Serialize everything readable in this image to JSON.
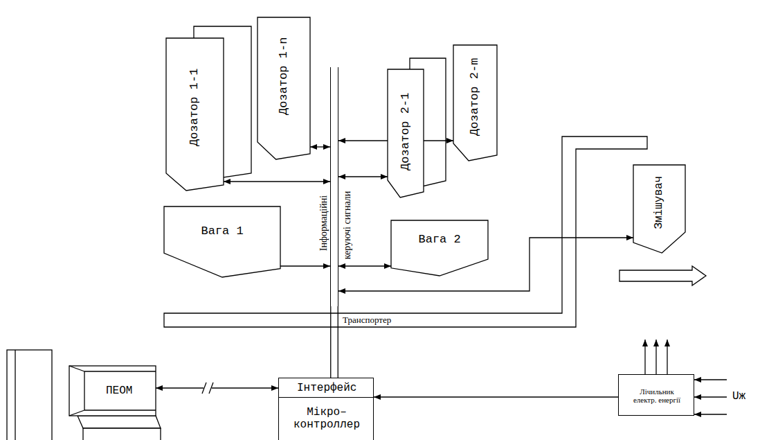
{
  "diagram": {
    "nodes": [
      {
        "text": [
          "Дозатор 1-1"
        ]
      },
      {
        "text": [
          "Дозатор 1-n"
        ]
      },
      {
        "text": [
          "Дозатор 2-1"
        ]
      },
      {
        "text": [
          "Дозатор 2-m"
        ]
      },
      {
        "text": [
          "Інформаційні",
          "керуючі сигнали"
        ]
      },
      {
        "text": [
          "Вага 1"
        ]
      },
      {
        "text": [
          "Вага 2"
        ]
      },
      {
        "text": [
          "Змішувач"
        ]
      },
      {
        "text": [
          "Транспортер"
        ]
      },
      {
        "text": [
          "ПЕОМ"
        ]
      },
      {
        "text": [
          "Інтерфейс",
          "Мікро– контроллер"
        ]
      },
      {
        "text": [
          "Лічильник електр. енергії"
        ]
      }
    ],
    "edges": [
      {
        "from": 0,
        "to": 4,
        "arrow": "both"
      },
      {
        "from": 1,
        "to": 4,
        "arrow": "both"
      },
      {
        "from": 4,
        "to": 2,
        "arrow": "both"
      },
      {
        "from": 4,
        "to": 3,
        "arrow": "both"
      },
      {
        "from": 5,
        "to": 4,
        "arrow": "to"
      },
      {
        "from": 4,
        "to": 6,
        "arrow": "both"
      },
      {
        "from": 4,
        "to": 7,
        "arrow": "both"
      },
      {
        "from": 4,
        "to": 10,
        "arrow": "none"
      },
      {
        "from": 9,
        "to": 10,
        "arrow": "both"
      },
      {
        "from": 11,
        "to": 10,
        "arrow": "to"
      }
    ],
    "labels": [
      "Uж"
    ]
  }
}
